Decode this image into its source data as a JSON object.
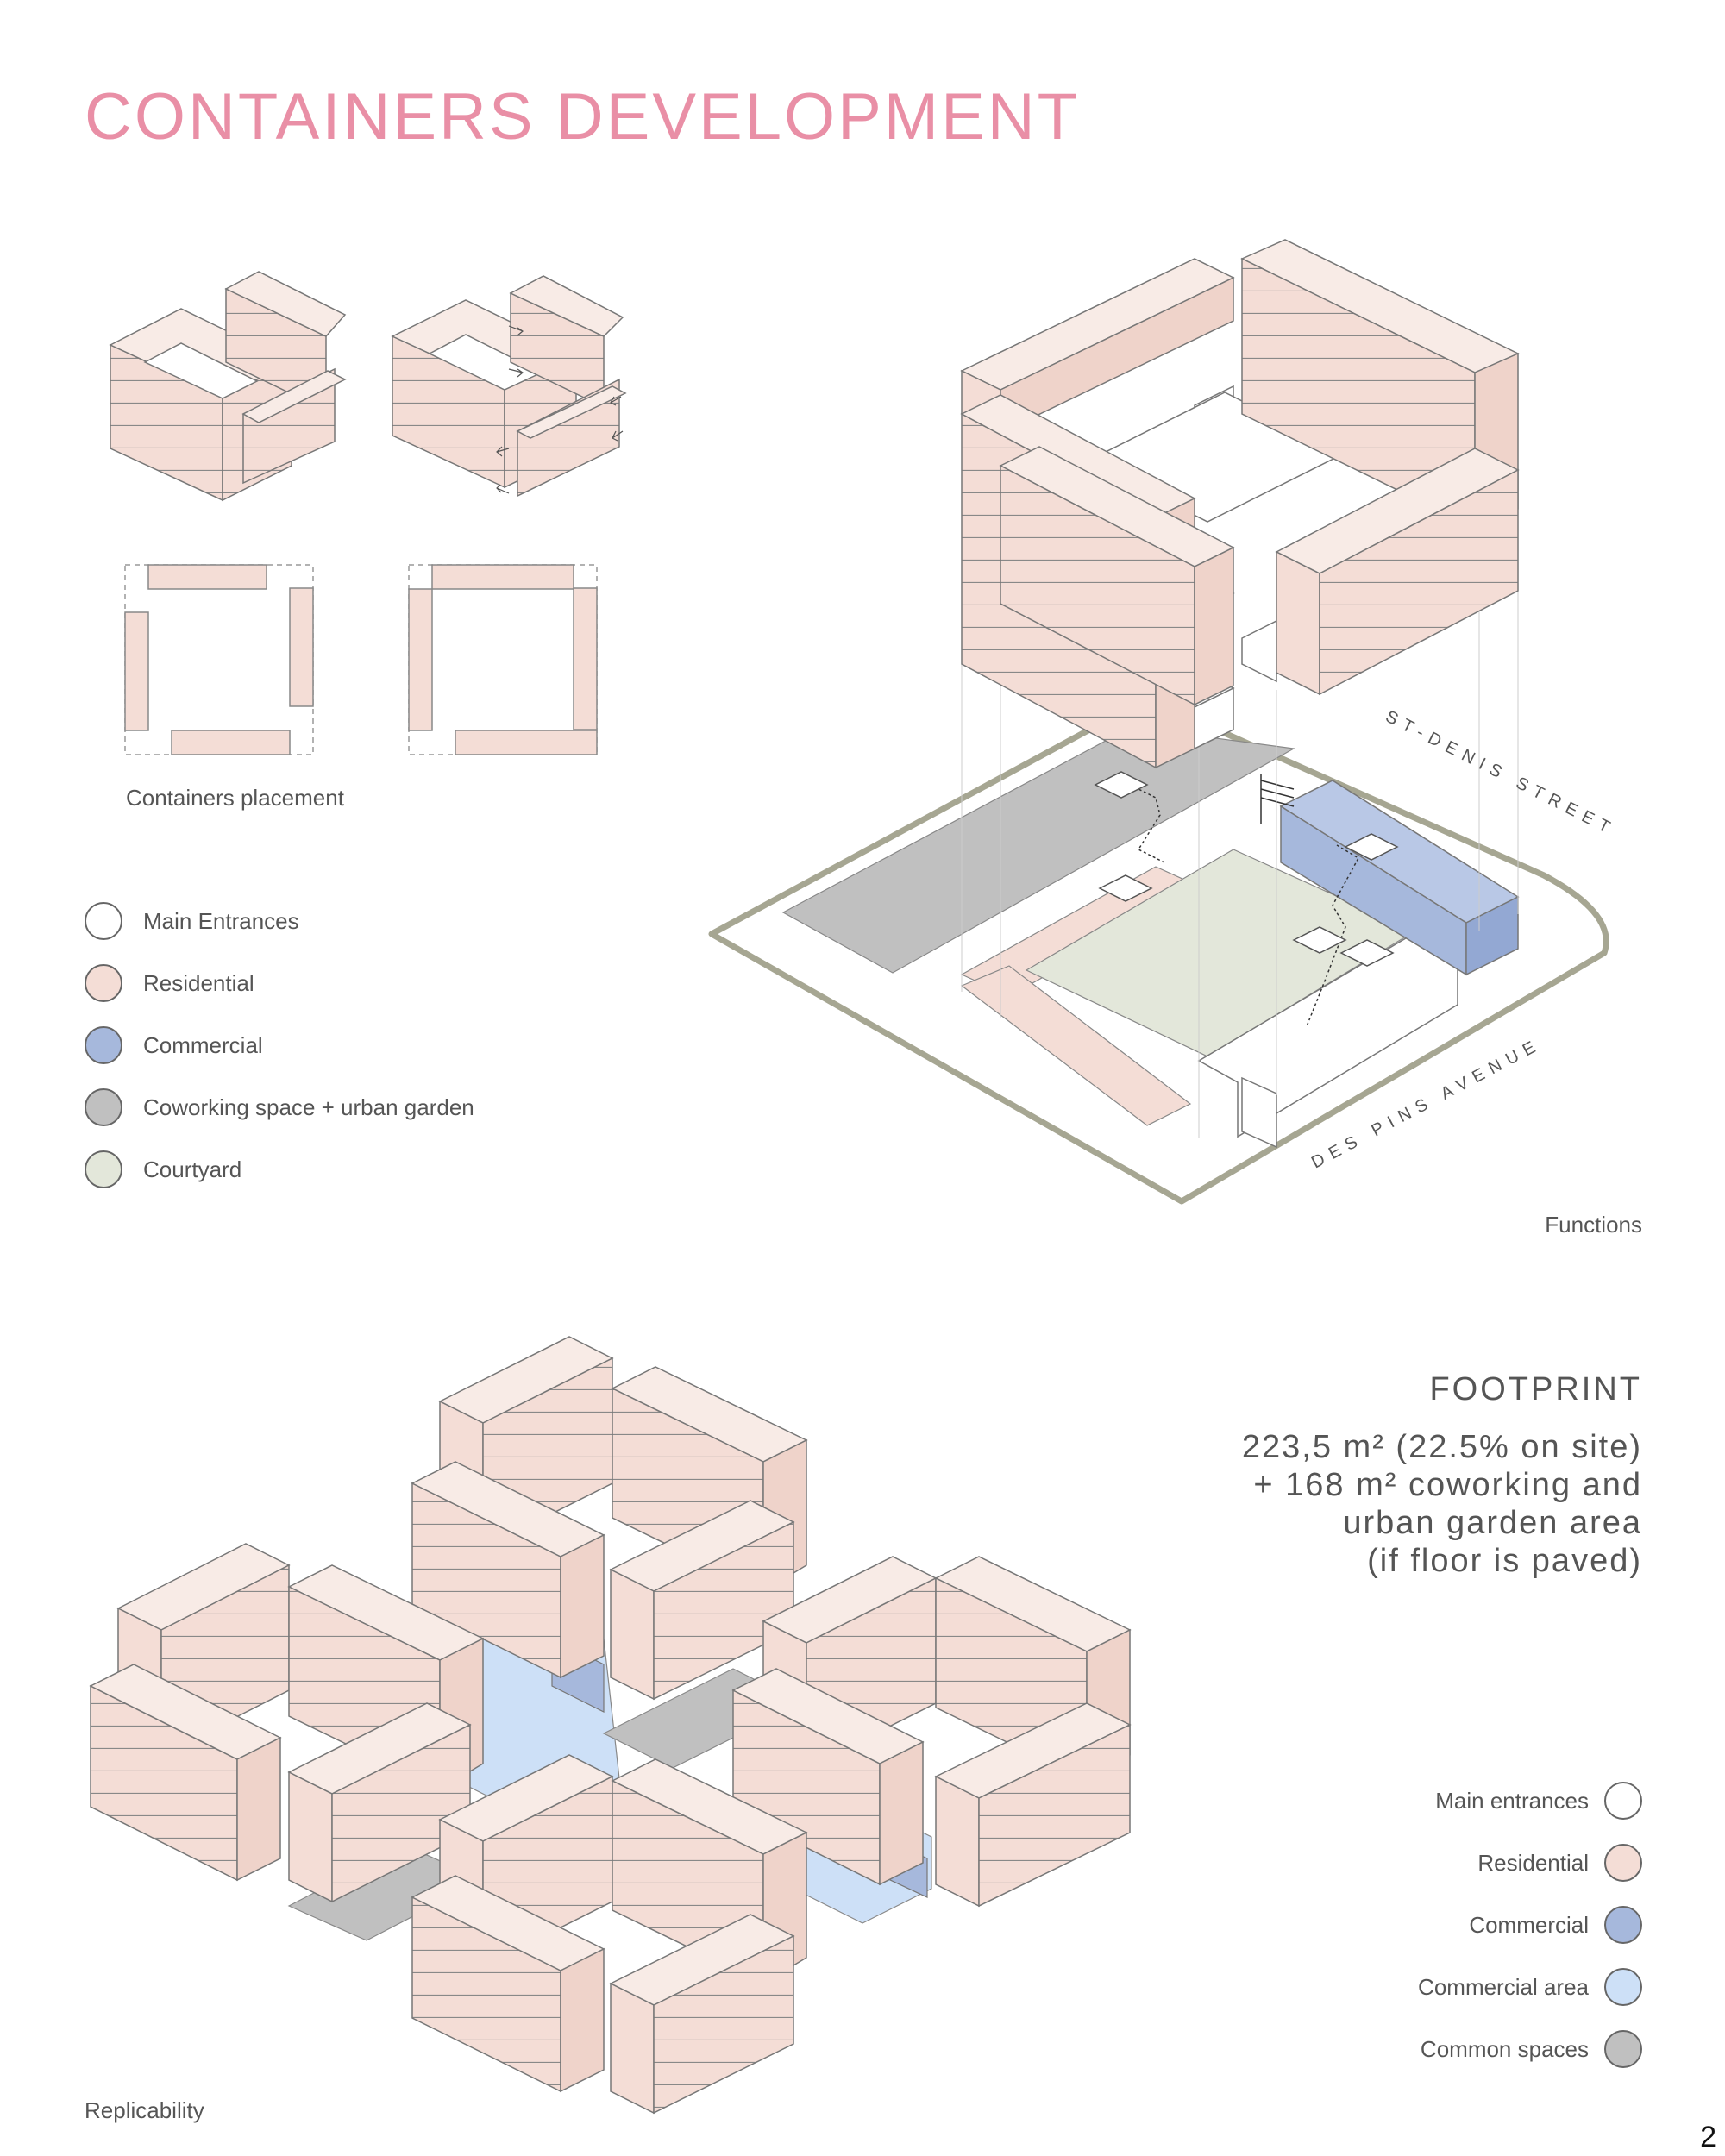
{
  "title": "CONTAINERS DEVELOPMENT",
  "captions": {
    "placement": "Containers placement",
    "functions": "Functions",
    "replicability": "Replicability"
  },
  "legend_functions": [
    {
      "label": "Main Entrances",
      "color": "#ffffff"
    },
    {
      "label": "Residential",
      "color": "#f4ddd6"
    },
    {
      "label": "Commercial",
      "color": "#a6b8dc"
    },
    {
      "label": "Coworking space + urban garden",
      "color": "#c0c0c0"
    },
    {
      "label": "Courtyard",
      "color": "#e3e7da"
    }
  ],
  "streets": {
    "north": "ST-DENIS STREET",
    "south": "DES PINS AVENUE"
  },
  "footprint": {
    "heading": "FOOTPRINT",
    "lines": [
      "223,5 m² (22.5% on site)",
      "+ 168 m² coworking and",
      "urban garden area",
      "(if floor is paved)"
    ]
  },
  "legend_replicability": [
    {
      "label": "Main entrances",
      "color": "#ffffff"
    },
    {
      "label": "Residential",
      "color": "#f4ddd6"
    },
    {
      "label": "Commercial",
      "color": "#a6b8dc"
    },
    {
      "label": "Commercial area",
      "color": "#cde0f7"
    },
    {
      "label": "Common spaces",
      "color": "#c0c0c0"
    }
  ],
  "colors": {
    "title": "#e98fa6",
    "residential": "#f4ddd6",
    "commercial": "#a6b8dc",
    "commercial_area": "#cde0f7",
    "common": "#c0c0c0",
    "courtyard": "#e3e7da",
    "site_outline": "#a6a692"
  },
  "page_number": "2"
}
